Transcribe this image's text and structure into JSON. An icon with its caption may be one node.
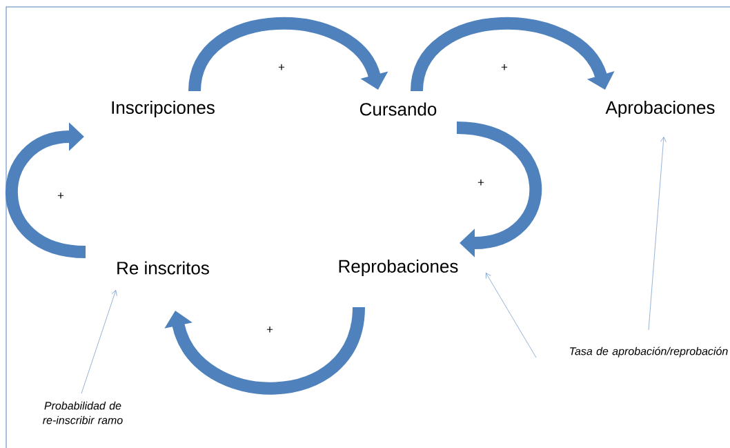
{
  "diagram": {
    "nodes": [
      {
        "text": [
          "Inscripciones"
        ]
      },
      {
        "text": [
          "Cursando"
        ]
      },
      {
        "text": [
          "Aprobaciones"
        ]
      },
      {
        "text": [
          "Re inscritos"
        ]
      },
      {
        "text": [
          "Reprobaciones"
        ]
      },
      {
        "text": [
          "Probabilidad de re-inscribir ramo"
        ]
      },
      {
        "text": [
          "Tasa de aprobación/reprobación"
        ]
      }
    ],
    "edges": [
      {
        "from": 0,
        "to": 1,
        "arrow": "to"
      },
      {
        "from": 1,
        "to": 2,
        "arrow": "to"
      },
      {
        "from": 1,
        "to": 4,
        "arrow": "to"
      },
      {
        "from": 4,
        "to": 3,
        "arrow": "to"
      },
      {
        "from": 3,
        "to": 0,
        "arrow": "to"
      },
      {
        "from": 5,
        "to": 3,
        "arrow": "to"
      },
      {
        "from": 6,
        "to": 4,
        "arrow": "to"
      },
      {
        "from": 6,
        "to": 2,
        "arrow": "to"
      }
    ],
    "labels": [
      "+",
      "+",
      "+",
      "+",
      "+"
    ]
  }
}
